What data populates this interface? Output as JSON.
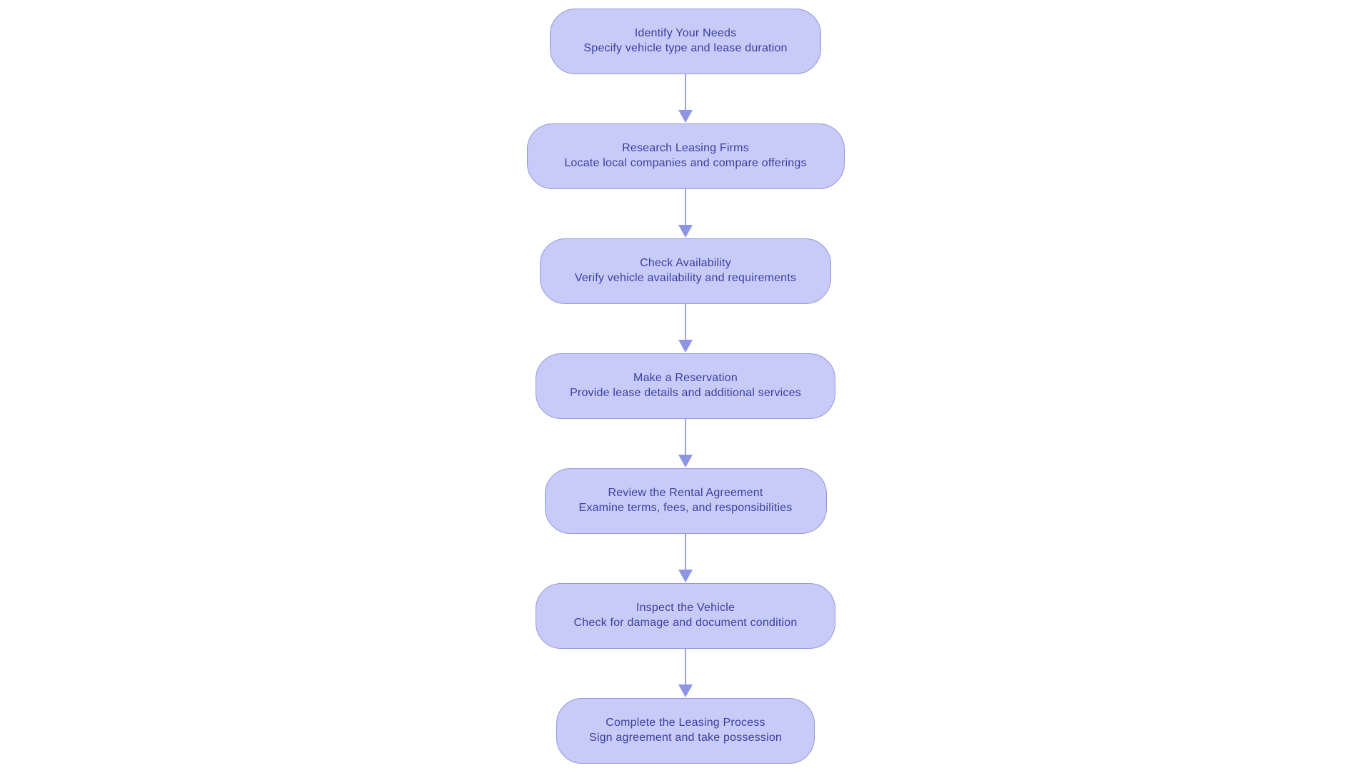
{
  "diagram": {
    "type": "flowchart",
    "direction": "top-down",
    "nodes": [
      {
        "title": "Identify Your Needs",
        "subtitle": "Specify vehicle type and lease duration"
      },
      {
        "title": "Research Leasing Firms",
        "subtitle": "Locate local companies and compare offerings"
      },
      {
        "title": "Check Availability",
        "subtitle": "Verify vehicle availability and requirements"
      },
      {
        "title": "Make a Reservation",
        "subtitle": "Provide lease details and additional services"
      },
      {
        "title": "Review the Rental Agreement",
        "subtitle": "Examine terms, fees, and responsibilities"
      },
      {
        "title": "Inspect the Vehicle",
        "subtitle": "Check for damage and document condition"
      },
      {
        "title": "Complete the Leasing Process",
        "subtitle": "Sign agreement and take possession"
      }
    ],
    "edges": [
      {
        "from": 0,
        "to": 1
      },
      {
        "from": 1,
        "to": 2
      },
      {
        "from": 2,
        "to": 3
      },
      {
        "from": 3,
        "to": 4
      },
      {
        "from": 4,
        "to": 5
      },
      {
        "from": 5,
        "to": 6
      }
    ]
  },
  "colors": {
    "page_bg": "#ffffff",
    "node_fill": "#c8cbf7",
    "node_border": "#9298e0",
    "node_text": "#3a3fa0",
    "arrow_line": "#99a0e8",
    "arrow_head": "#8d95e4"
  }
}
